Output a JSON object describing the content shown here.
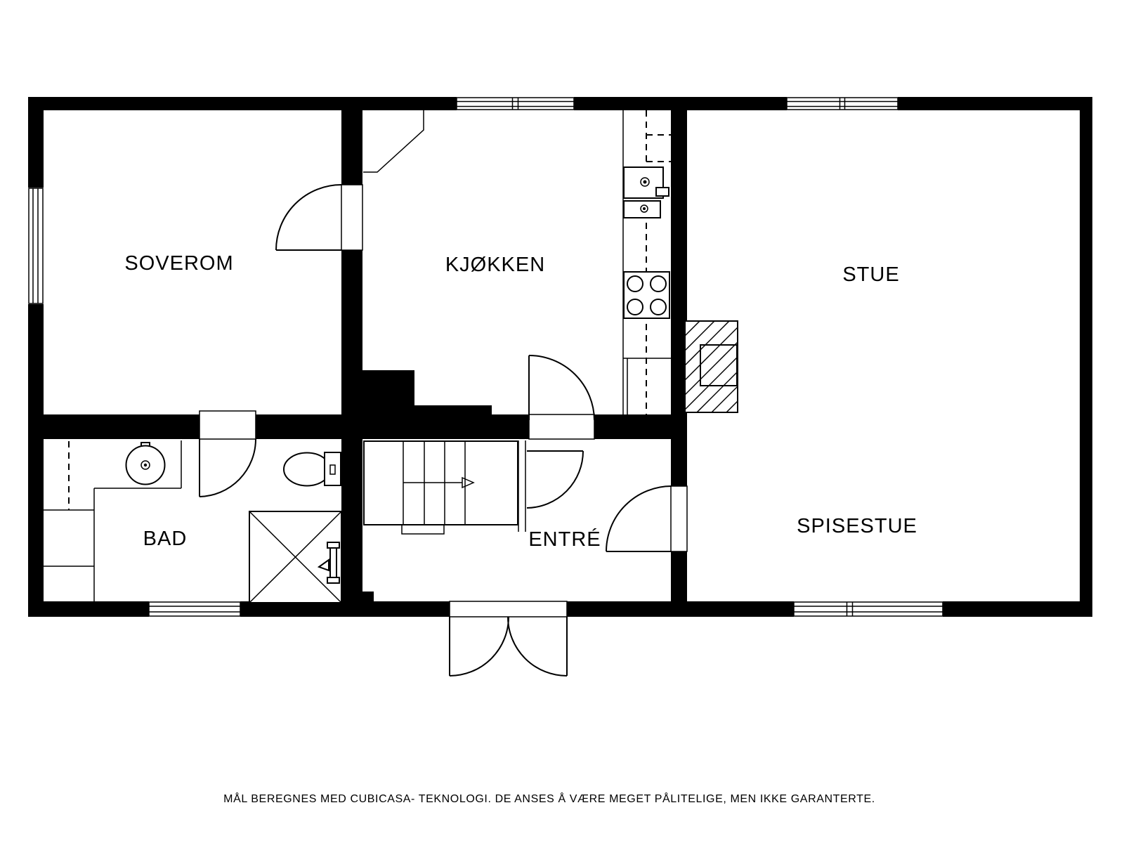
{
  "floor_plan": {
    "rooms": {
      "bedroom": {
        "label": "SOVEROM"
      },
      "kitchen": {
        "label": "KJØKKEN"
      },
      "living_room": {
        "label": "STUE"
      },
      "bathroom": {
        "label": "BAD"
      },
      "entrance": {
        "label": "ENTRÉ"
      },
      "dining_room": {
        "label": "SPISESTUE"
      }
    },
    "footer": {
      "disclaimer": "MÅL BEREGNES MED CUBICASA- TEKNOLOGI. DE ANSES Å VÆRE MEGET PÅLITELIGE, MEN IKKE GARANTERTE."
    },
    "colors": {
      "wall": "#000000",
      "floor": "#ffffff",
      "line": "#000000"
    }
  }
}
